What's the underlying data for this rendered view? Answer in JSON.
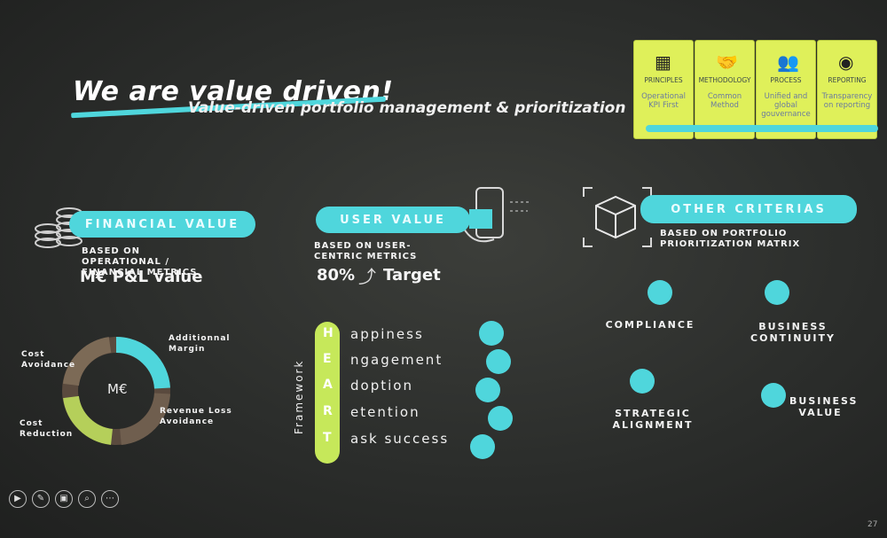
{
  "slide": {
    "title": "We are value driven!",
    "subtitle": "Value-driven portfolio management & prioritization",
    "page_number": "27"
  },
  "pillars": [
    {
      "label": "PRINCIPLES",
      "desc": "Operational KPI First",
      "icon": "calculator-icon"
    },
    {
      "label": "METHODOLOGY",
      "desc": "Common Method",
      "icon": "handshake-icon"
    },
    {
      "label": "PROCESS",
      "desc": "Unified and global gouvernance",
      "icon": "team-icon"
    },
    {
      "label": "REPORTING",
      "desc": "Transparency on reporting",
      "icon": "eye-icon"
    }
  ],
  "financial": {
    "title": "FINANCIAL VALUE",
    "sub": "BASED ON OPERATIONAL / FINANCIAL METRICS",
    "value": "M€ P&L value",
    "donut_center": "M€",
    "donut_labels": {
      "additional_margin": "Additionnal Margin",
      "cost_avoidance": "Cost Avoidance",
      "cost_reduction": "Cost Reduction",
      "revenue_loss": "Revenue Loss Avoidance"
    }
  },
  "user": {
    "title": "USER VALUE",
    "sub": "BASED ON USER-CENTRIC METRICS",
    "percent": "80%",
    "target": "Target",
    "framework": "Framework",
    "heart": [
      {
        "letter": "H",
        "rest": "appiness"
      },
      {
        "letter": "E",
        "rest": "ngagement"
      },
      {
        "letter": "A",
        "rest": "doption"
      },
      {
        "letter": "R",
        "rest": "etention"
      },
      {
        "letter": "T",
        "rest": "ask success"
      }
    ]
  },
  "other": {
    "title": "OTHER CRITERIAS",
    "sub": "BASED ON PORTFOLIO PRIORITIZATION MATRIX",
    "items": [
      {
        "label": "COMPLIANCE"
      },
      {
        "label": "BUSINESS CONTINUITY"
      },
      {
        "label": "STRATEGIC ALIGNMENT"
      },
      {
        "label": "BUSINESS VALUE"
      }
    ]
  },
  "colors": {
    "accent": "#4fd6dc",
    "lime": "#dff05a"
  }
}
